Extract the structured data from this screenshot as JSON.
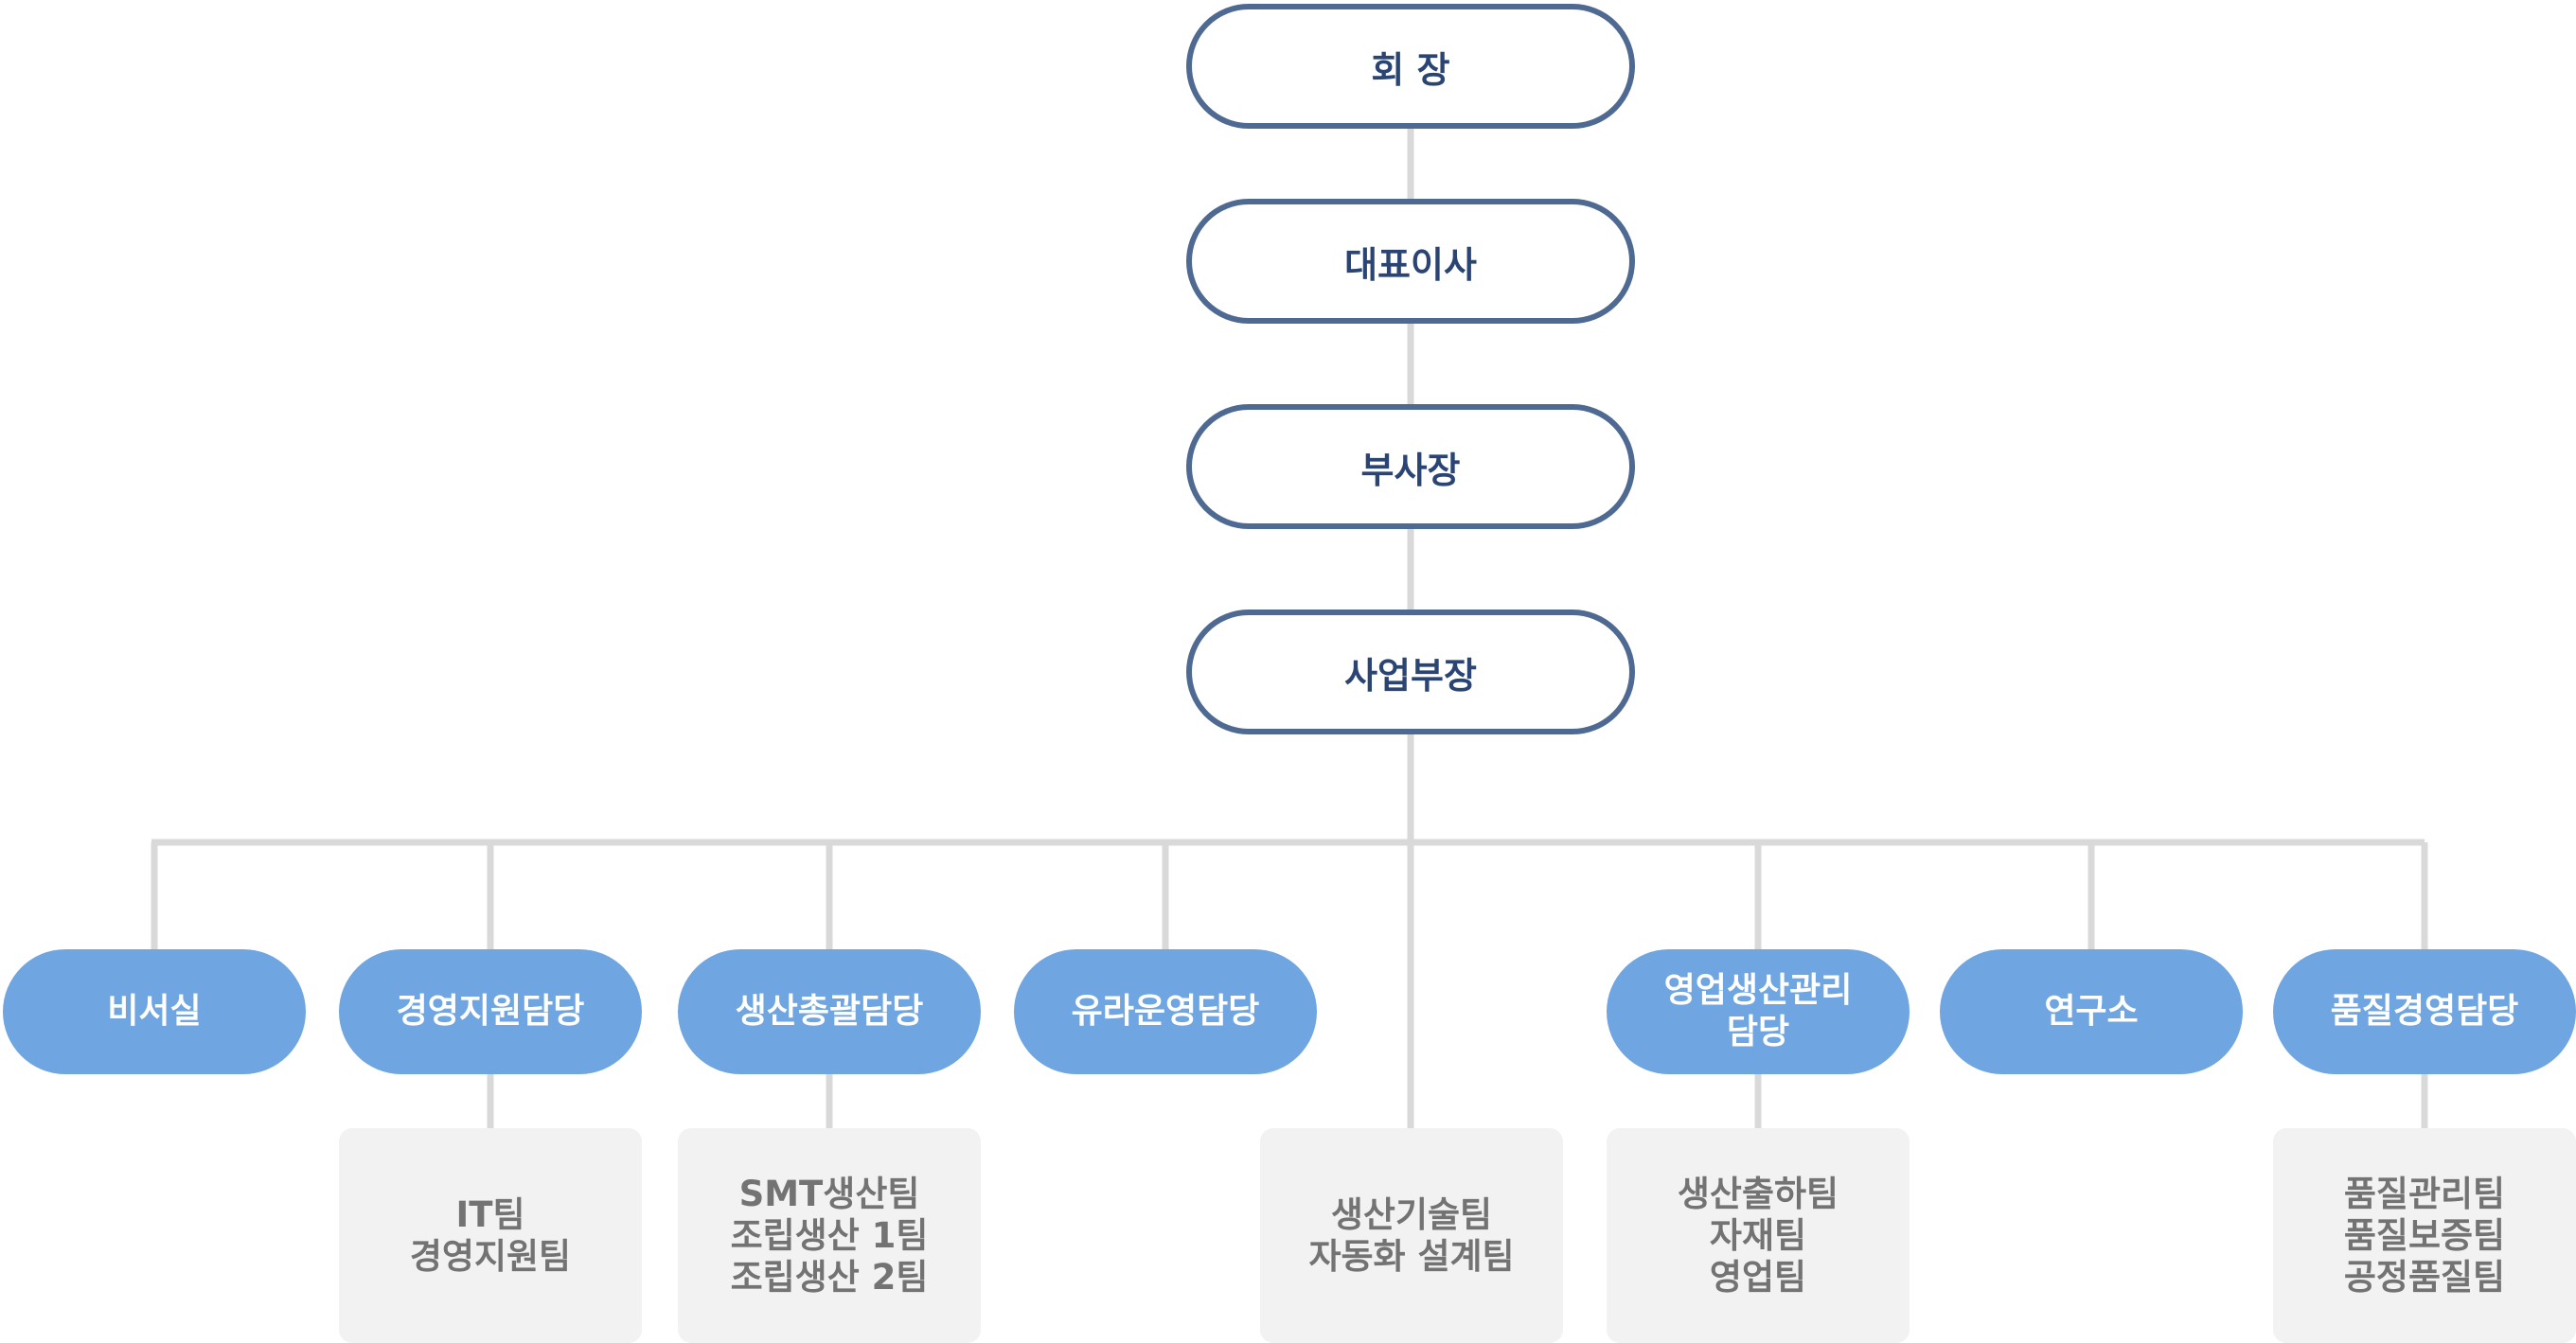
{
  "executives": {
    "chairman": "회  장",
    "ceo": "대표이사",
    "vice_president": "부사장",
    "business_head": "사업부장"
  },
  "departments": [
    {
      "name": "비서실"
    },
    {
      "name": "경영지원담당",
      "teams": "IT팀\n경영지원팀"
    },
    {
      "name": "생산총괄담당",
      "teams": "SMT생산팀\n조립생산 1팀\n조립생산 2팀"
    },
    {
      "name": "유라운영담당"
    },
    {
      "name": "영업생산관리\n담당",
      "teams": "생산출하팀\n자재팀\n영업팀"
    },
    {
      "name": "연구소"
    },
    {
      "name": "품질경영담당",
      "teams": "품질관리팀\n품질보증팀\n공정품질팀"
    }
  ],
  "direct_teams": "생산기술팀\n자동화 설계팀",
  "colors": {
    "executive_border": "#4f6a92",
    "executive_text": "#2a4474",
    "department_fill": "#6fa6e1",
    "department_text": "#ffffff",
    "team_fill": "#f2f2f2",
    "team_text": "#737373",
    "connector": "#d9d9d9"
  }
}
